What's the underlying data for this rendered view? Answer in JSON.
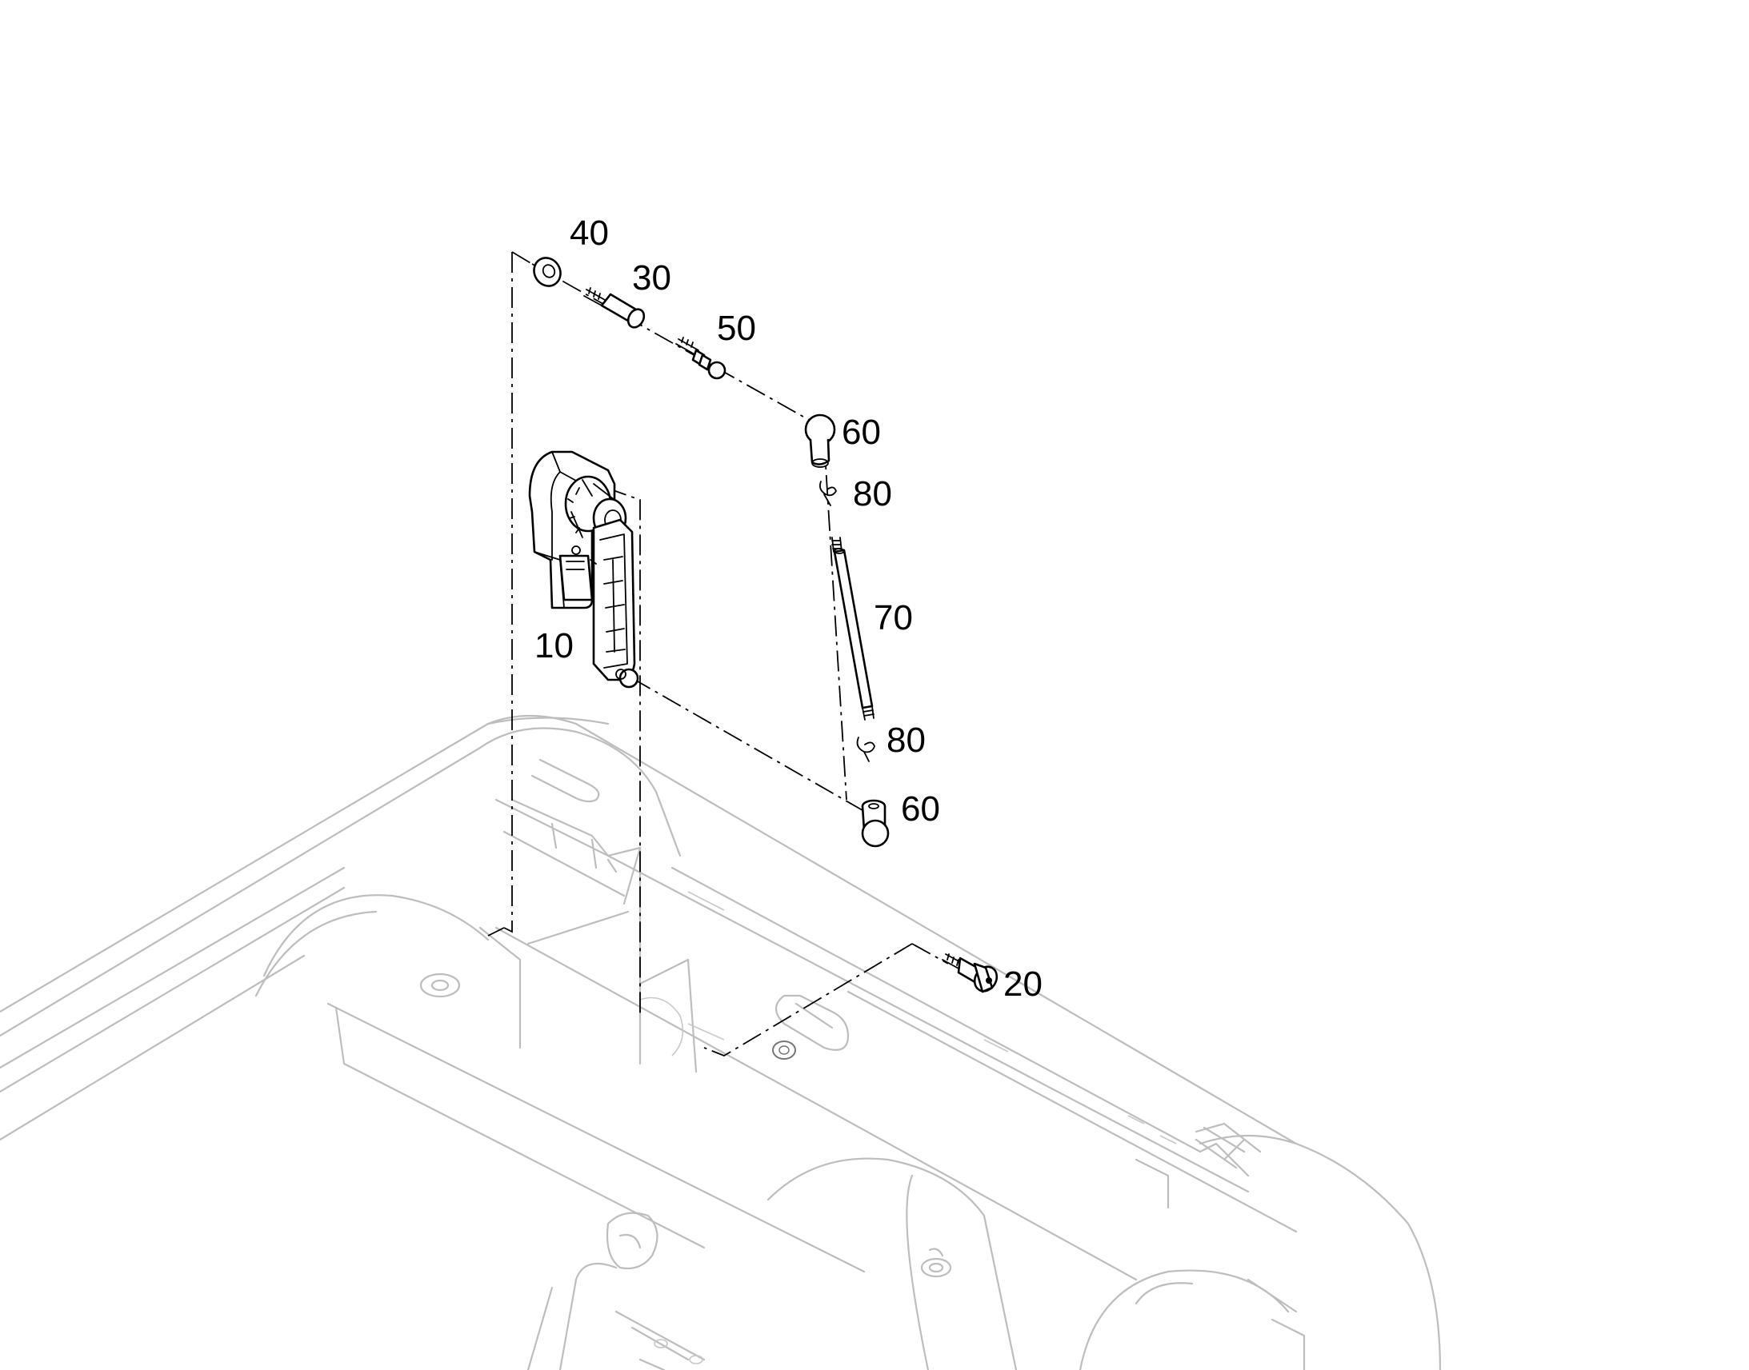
{
  "diagram": {
    "callouts": [
      {
        "id": "10",
        "text": "10"
      },
      {
        "id": "20",
        "text": "20"
      },
      {
        "id": "30",
        "text": "30"
      },
      {
        "id": "40",
        "text": "40"
      },
      {
        "id": "50",
        "text": "50"
      },
      {
        "id": "60a",
        "text": "60"
      },
      {
        "id": "60b",
        "text": "60"
      },
      {
        "id": "70",
        "text": "70"
      },
      {
        "id": "80a",
        "text": "80"
      },
      {
        "id": "80b",
        "text": "80"
      }
    ]
  }
}
